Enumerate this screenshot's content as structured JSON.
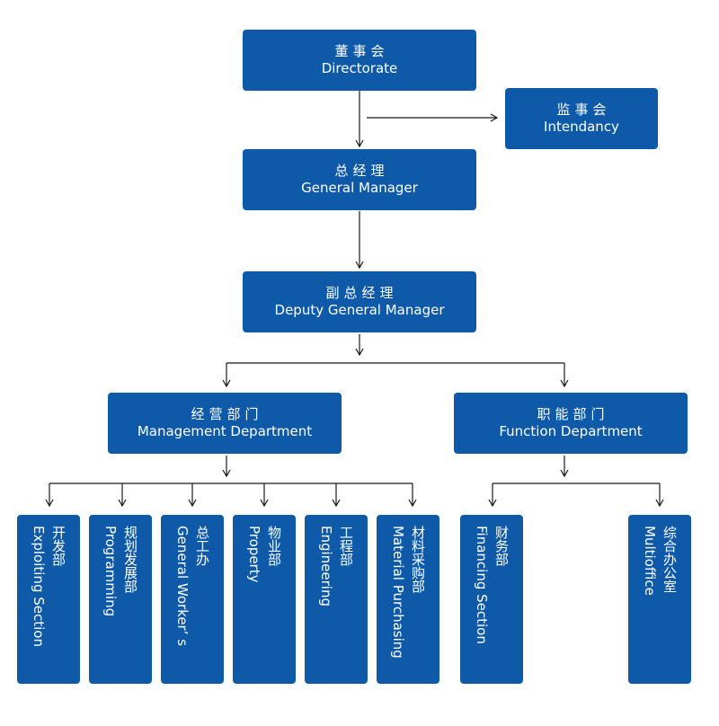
{
  "colors": {
    "box": "#0f5aa8",
    "line": "#1a1a1a",
    "text": "#ffffff"
  },
  "nodes": {
    "directorate": {
      "zh": "董事会",
      "en": "Directorate"
    },
    "intendancy": {
      "zh": "监事会",
      "en": "Intendancy"
    },
    "general_manager": {
      "zh": "总经理",
      "en": "General Manager"
    },
    "deputy_general_manager": {
      "zh": "副总经理",
      "en": "Deputy General Manager"
    },
    "management_department": {
      "zh": "经营部门",
      "en": "Management Department"
    },
    "function_department": {
      "zh": "职能部门",
      "en": "Function Department"
    },
    "sections": [
      {
        "zh": "开发部",
        "en": "Exploiting Section"
      },
      {
        "zh": "规划发展部",
        "en": "Programming"
      },
      {
        "zh": "总工办",
        "en": "General Worker’ s"
      },
      {
        "zh": "物业部",
        "en": "Property"
      },
      {
        "zh": "工程部",
        "en": "Engineering"
      },
      {
        "zh": "材料采购部",
        "en": "Material Purchasing"
      },
      {
        "zh": "财务部",
        "en": "Financing Section"
      },
      {
        "zh": "综合办公室",
        "en": "Multioffice"
      }
    ]
  }
}
